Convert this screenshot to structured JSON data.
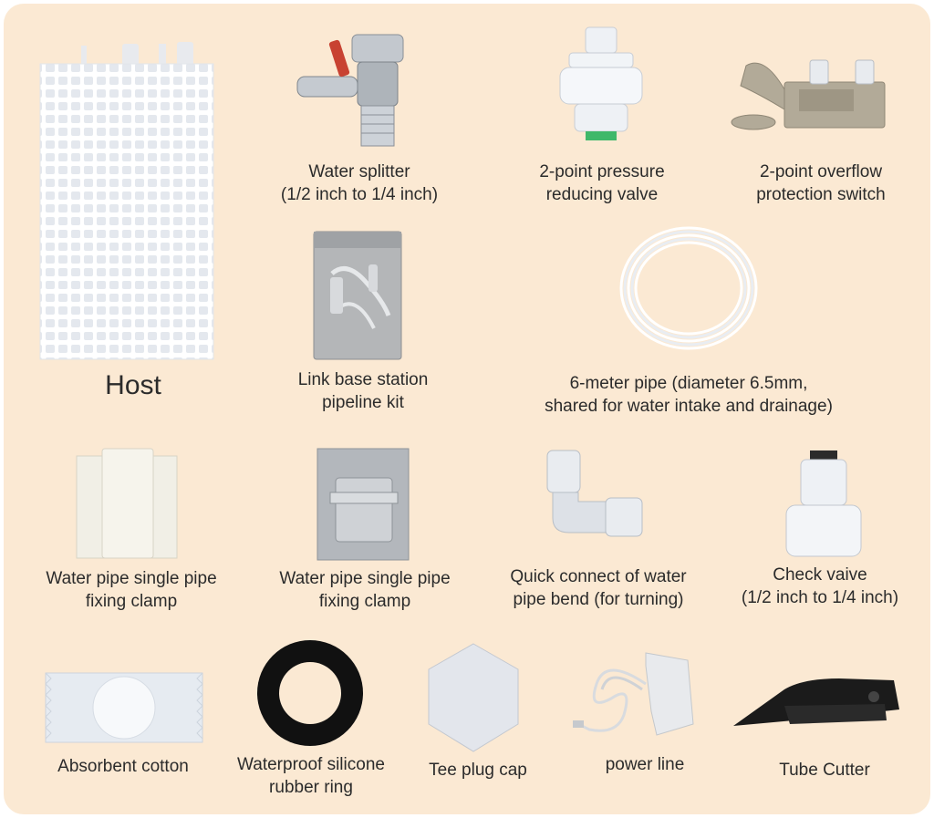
{
  "items": {
    "host": {
      "label": "Host"
    },
    "water_splitter": {
      "label": "Water splitter\n(1/2 inch to 1/4  inch)"
    },
    "pressure_valve": {
      "label": "2-point pressure\nreducing valve"
    },
    "overflow_switch": {
      "label": "2-point overflow\nprotection switch"
    },
    "link_kit": {
      "label": "Link base station\npipeline kit"
    },
    "pipe_6m": {
      "label": "6-meter pipe (diameter 6.5mm,\nshared  for  water intake and drainage)"
    },
    "clamp_1": {
      "label": "Water pipe single pipe\nfixing clamp"
    },
    "clamp_2": {
      "label": "Water pipe single pipe\nfixing clamp"
    },
    "pipe_bend": {
      "label": "Quick connect of water\npipe bend (for turning)"
    },
    "check_valve": {
      "label": "Check vaive\n(1/2 inch to 1/4 inch)"
    },
    "absorbent_cotton": {
      "label": "Absorbent cotton"
    },
    "silicone_ring": {
      "label": "Waterproof silicone\nrubber ring"
    },
    "tee_plug_cap": {
      "label": "Tee plug cap"
    },
    "power_line": {
      "label": "power line"
    },
    "tube_cutter": {
      "label": "Tube Cutter"
    }
  },
  "colors": {
    "background": "#fbe9d3",
    "plastic_white": "#f3f5f8",
    "chrome": "#b9bec4",
    "beige_plastic": "#b2aa98",
    "gray_clamp": "#b3b7bc",
    "silicone_black": "#111111",
    "cutter_black": "#1b1b1b",
    "green_ring": "#3fb86a"
  }
}
